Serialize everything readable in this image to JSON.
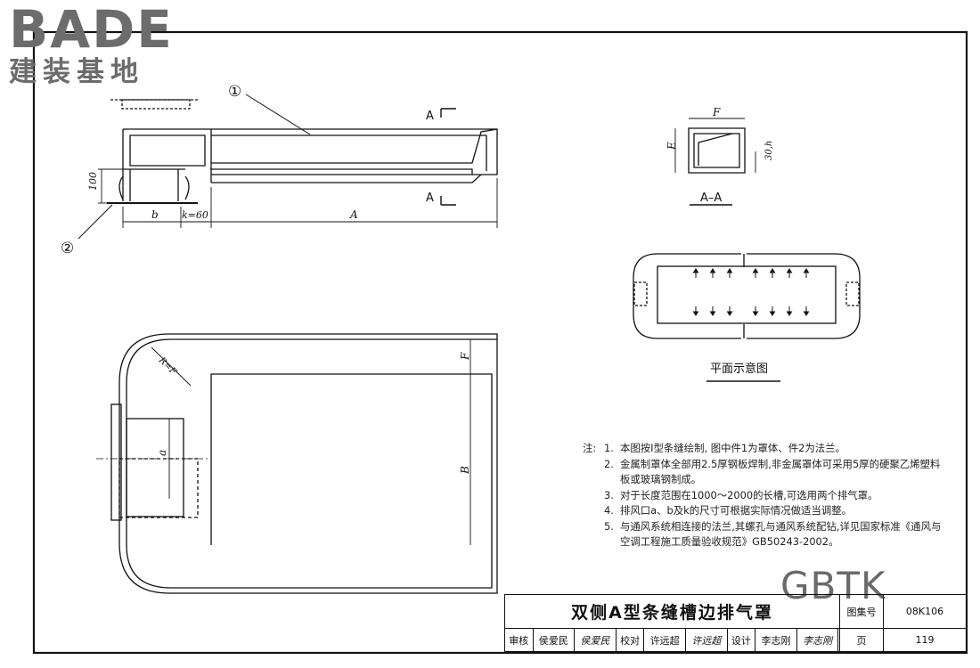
{
  "logo": {
    "brand": "BADE",
    "subtitle": "建装基地"
  },
  "watermark": "GBTK",
  "labels": {
    "part1": "①",
    "part2": "②",
    "section_mark": "A",
    "dim_F": "F",
    "dim_E": "E",
    "dim_30h": "30,h",
    "section_title": "A–A",
    "dim_100": "100",
    "dim_b": "b",
    "dim_k": "k=60",
    "dim_A": "A",
    "dim_RF": "R=F",
    "dim_a": "a",
    "dim_B": "B",
    "plan_title": "平面示意图"
  },
  "notes": {
    "heading": "注:",
    "items": [
      {
        "no": "1.",
        "text": "本图按Ⅰ型条缝绘制, 图中件1为罩体、件2为法兰。"
      },
      {
        "no": "2.",
        "text": "金属制罩体全部用2.5厚钢板焊制,非金属罩体可采用5厚的硬聚乙烯塑料板或玻璃钢制成。"
      },
      {
        "no": "3.",
        "text": "对于长度范围在1000～2000的长槽,可选用两个排气罩。"
      },
      {
        "no": "4.",
        "text": "排风口a、b及k的尺寸可根据实际情况做适当调整。"
      },
      {
        "no": "5.",
        "text": "与通风系统相连接的法兰,其螺孔与通风系统配钻,详见国家标准《通风与空调工程施工质量验收规范》GB50243-2002。"
      }
    ]
  },
  "title_block": {
    "title": "双侧A型条缝槽边排气罩",
    "atlas_label": "图集号",
    "atlas_no": "08K106",
    "review_label": "审核",
    "reviewer": "侯爱民",
    "reviewer_sign": "侯爱民",
    "check_label": "校对",
    "checker": "许远超",
    "checker_sign": "许远超",
    "design_label": "设计",
    "designer": "李志刚",
    "designer_sign": "李志刚",
    "page_label": "页",
    "page_no": "119"
  }
}
